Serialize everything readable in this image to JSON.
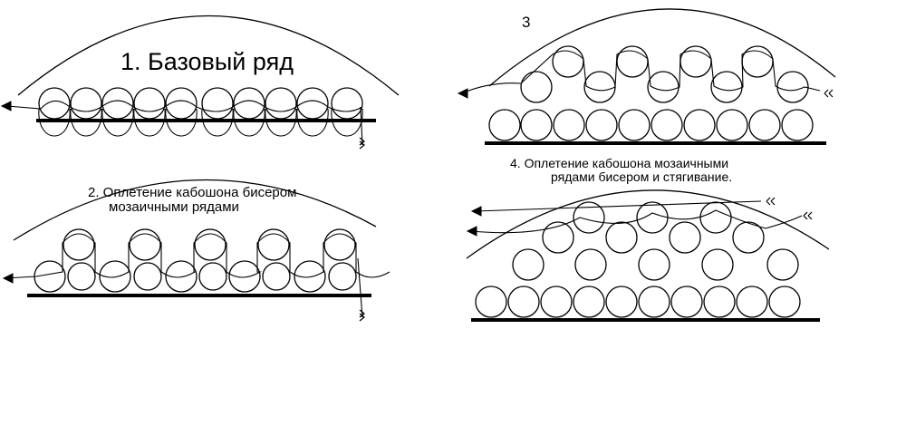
{
  "panels": {
    "p1": {
      "title": "1. Базовый ряд"
    },
    "p2": {
      "title_line1": "2. Оплетение кабошона бисером",
      "title_line2": "мозаичными  рядами"
    },
    "p3": {
      "title": "3"
    },
    "p4": {
      "title_line1": "4. Оплетение  кабошона мозаичными",
      "title_line2": "рядами бисером и стягивание."
    }
  },
  "colors": {
    "ink": "#000000",
    "background": "#ffffff"
  }
}
